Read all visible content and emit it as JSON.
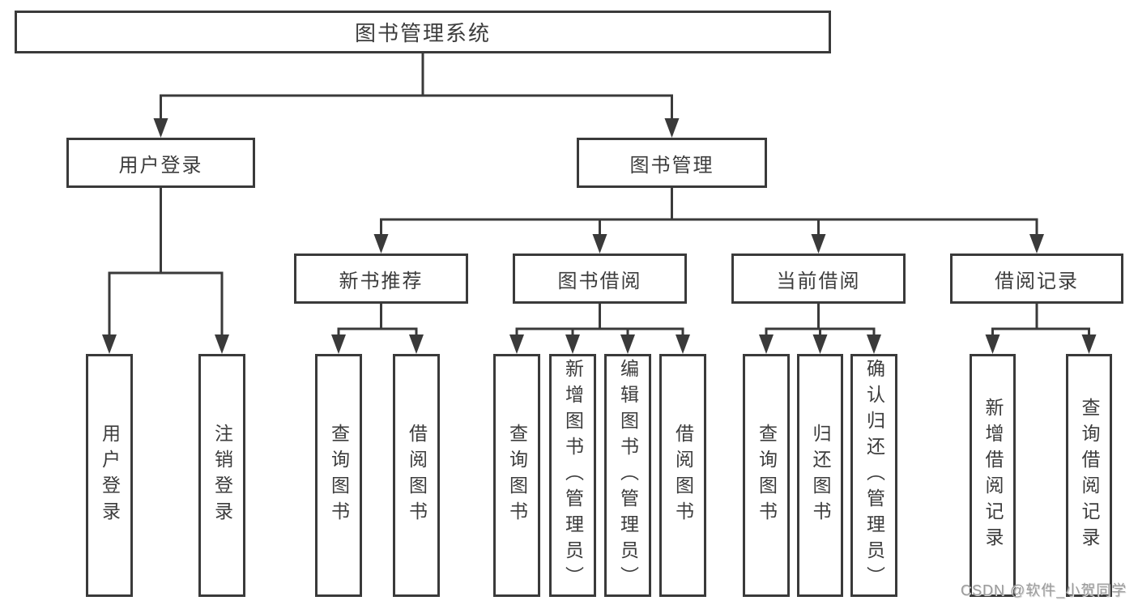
{
  "tree": {
    "label": "图书管理系统",
    "children": [
      {
        "label": "用户登录",
        "children": [
          {
            "label": "用户登录"
          },
          {
            "label": "注销登录"
          }
        ]
      },
      {
        "label": "图书管理",
        "children": [
          {
            "label": "新书推荐",
            "children": [
              {
                "label": "查询图书"
              },
              {
                "label": "借阅图书"
              }
            ]
          },
          {
            "label": "图书借阅",
            "children": [
              {
                "label": "查询图书"
              },
              {
                "label": "新增图书（管理员）"
              },
              {
                "label": "编辑图书（管理员）"
              },
              {
                "label": "借阅图书"
              }
            ]
          },
          {
            "label": "当前借阅",
            "children": [
              {
                "label": "查询图书"
              },
              {
                "label": "归还图书"
              },
              {
                "label": "确认归还（管理员）"
              }
            ]
          },
          {
            "label": "借阅记录",
            "children": [
              {
                "label": "新增借阅记录"
              },
              {
                "label": "查询借阅记录"
              }
            ]
          }
        ]
      }
    ]
  },
  "watermark": {
    "text": "CSDN @软件_小贺同学"
  },
  "colors": {
    "line": "#3a3a3a",
    "text": "#3c3c3c",
    "background": "#ffffff",
    "watermark": "#9b9b9b"
  }
}
